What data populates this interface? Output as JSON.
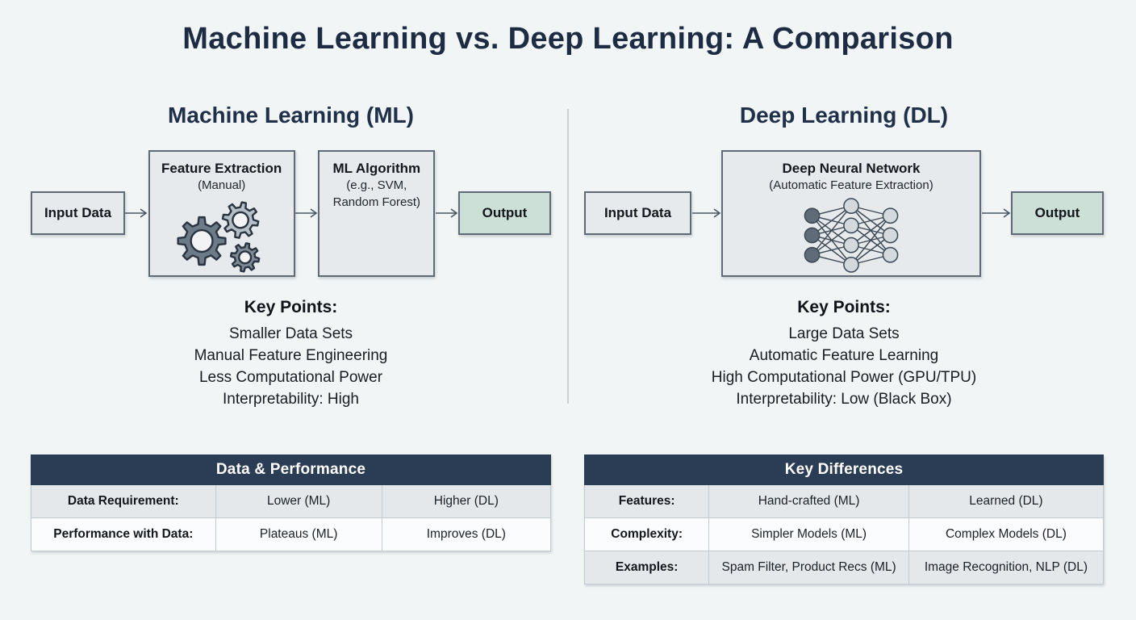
{
  "page": {
    "title": "Machine Learning vs. Deep Learning: A Comparison"
  },
  "ml": {
    "heading": "Machine Learning (ML)",
    "flow": {
      "input": "Input Data",
      "feature_title": "Feature Extraction",
      "feature_sub": "(Manual)",
      "algorithm_title": "ML Algorithm",
      "algorithm_sub1": "(e.g., SVM,",
      "algorithm_sub2": "Random Forest)",
      "output": "Output"
    },
    "key_points_heading": "Key Points:",
    "key_points": [
      "Smaller Data Sets",
      "Manual Feature Engineering",
      "Less Computational Power",
      "Interpretability: High"
    ]
  },
  "dl": {
    "heading": "Deep Learning (DL)",
    "flow": {
      "input": "Input Data",
      "network_title": "Deep Neural Network",
      "network_sub": "(Automatic Feature Extraction)",
      "output": "Output"
    },
    "key_points_heading": "Key Points:",
    "key_points": [
      "Large Data Sets",
      "Automatic Feature Learning",
      "High Computational Power (GPU/TPU)",
      "Interpretability: Low (Black Box)"
    ]
  },
  "tables": {
    "left": {
      "title": "Data & Performance",
      "rows": [
        [
          "Data Requirement:",
          "Lower (ML)",
          "Higher (DL)"
        ],
        [
          "Performance with Data:",
          "Plateaus (ML)",
          "Improves (DL)"
        ]
      ]
    },
    "right": {
      "title": "Key Differences",
      "rows": [
        [
          "Features:",
          "Hand-crafted (ML)",
          "Learned (DL)"
        ],
        [
          "Complexity:",
          "Simpler Models (ML)",
          "Complex Models (DL)"
        ],
        [
          "Examples:",
          "Spam Filter, Product Recs (ML)",
          "Image Recognition, NLP (DL)"
        ]
      ]
    }
  },
  "colors": {
    "background": "#f1f5f6",
    "title_navy": "#1d2c42",
    "table_header_navy": "#2b3c55",
    "box_fill": "#e7eaec",
    "box_border": "#5f6a75",
    "output_mint": "#cde0d8",
    "row_gray": "#e5e8ea",
    "row_white": "#fbfcfd"
  },
  "icons": {
    "gears": {
      "colors": [
        "#6d7a87",
        "#b5bfc7",
        "#8removed"
      ],
      "large_fill": "#6d7a87",
      "top_fill": "#b5bfc7",
      "small_fill": "#7e8b97",
      "stroke": "#2a3440",
      "hole": "#f1f3f4"
    },
    "neural_network": {
      "layers": [
        3,
        4,
        3
      ],
      "input_fill": "#5f6b78",
      "node_fill": "#d3d9dd",
      "stroke": "#3c4854"
    }
  }
}
